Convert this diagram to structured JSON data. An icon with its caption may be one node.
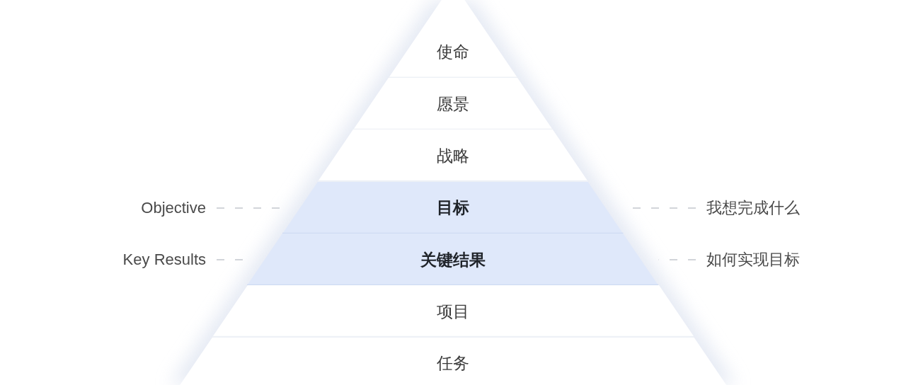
{
  "diagram": {
    "nodes": [
      {
        "text": [
          "使命"
        ]
      },
      {
        "text": [
          "愿景"
        ]
      },
      {
        "text": [
          "战略"
        ]
      },
      {
        "text": [
          "目标"
        ]
      },
      {
        "text": [
          "关键结果"
        ]
      },
      {
        "text": [
          "项目"
        ]
      },
      {
        "text": [
          "任务"
        ]
      },
      {
        "text": [
          "Objective"
        ]
      },
      {
        "text": [
          "Key Results"
        ]
      },
      {
        "text": [
          "我想完成什么"
        ]
      },
      {
        "text": [
          "如何实现目标"
        ]
      }
    ],
    "edges": [
      {
        "from": 7,
        "to": 3,
        "arrow": "none",
        "style": "dashed"
      },
      {
        "from": 8,
        "to": 4,
        "arrow": "none",
        "style": "dashed"
      },
      {
        "from": 9,
        "to": 3,
        "arrow": "none",
        "style": "dashed"
      },
      {
        "from": 10,
        "to": 4,
        "arrow": "none",
        "style": "dashed"
      }
    ]
  }
}
